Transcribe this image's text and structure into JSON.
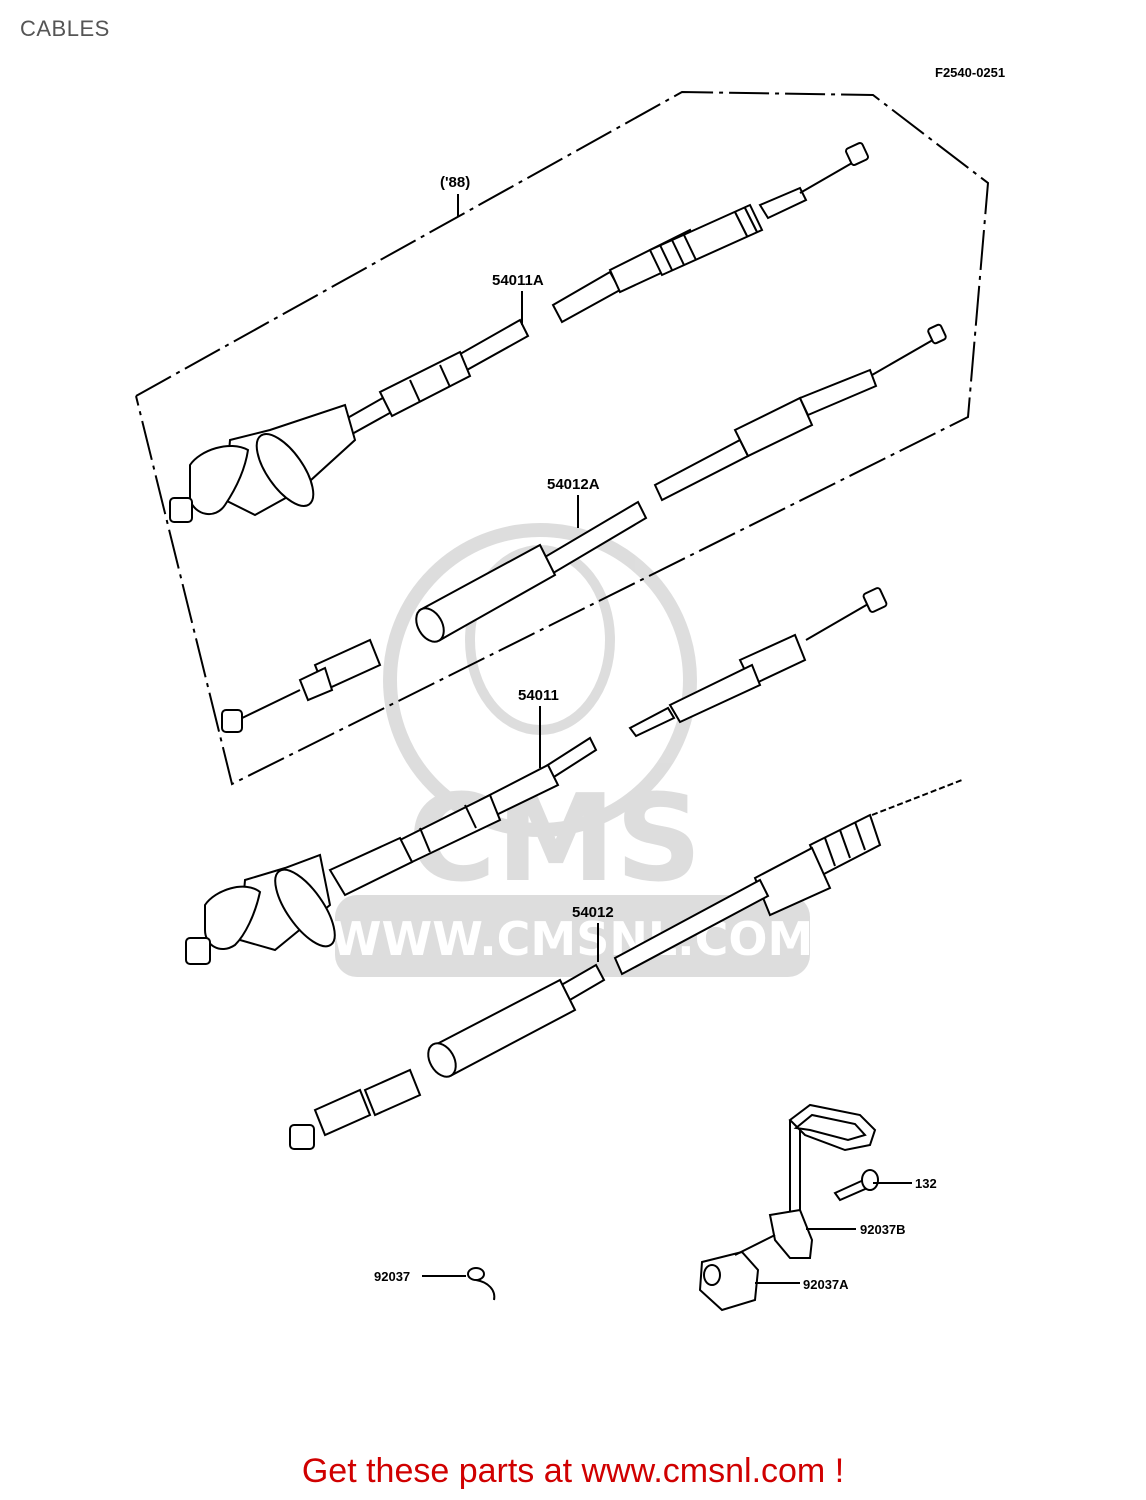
{
  "page_title": "CABLES",
  "figure_ref": "F2540-0251",
  "group_label": "('88)",
  "parts": {
    "p54011A": "54011A",
    "p54012A": "54012A",
    "p54011": "54011",
    "p54012": "54012",
    "p132": "132",
    "p92037B": "92037B",
    "p92037A": "92037A",
    "p92037": "92037"
  },
  "watermark": {
    "logo": "CMS",
    "url": "WWW.CMSNL.COM"
  },
  "footer": "Get these parts at www.cmsnl.com !"
}
